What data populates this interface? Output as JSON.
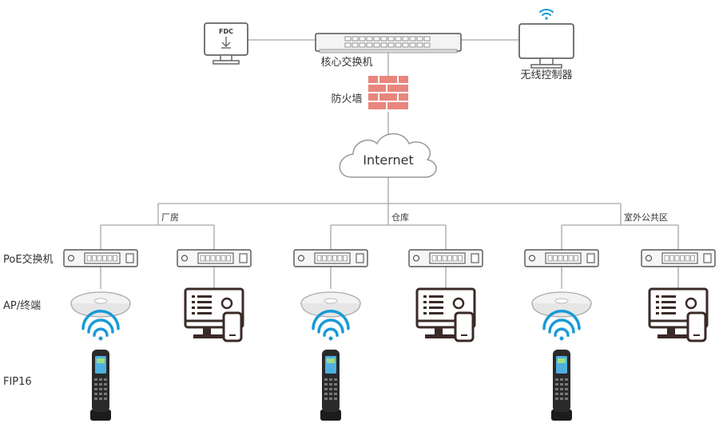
{
  "top": {
    "fdc_label": "FDC",
    "core_switch_label": "核心交换机",
    "wireless_controller_label": "无线控制器",
    "firewall_label": "防火墙",
    "internet_label": "Internet"
  },
  "zones": [
    "厂房",
    "仓库",
    "室外公共区"
  ],
  "row_labels": {
    "poe_switch": "PoE交换机",
    "ap_terminal": "AP/终端",
    "fip16": "FIP16"
  },
  "colors": {
    "line": "#a6a6a6",
    "device_outline": "#555555",
    "wifi_blue": "#1a9ad6",
    "firewall_red": "#e8867e",
    "monitor_dark": "#3a2a28"
  },
  "icons": {
    "fdc": "fdc-monitor-icon",
    "core_switch": "rack-switch-icon",
    "wireless_controller": "wifi-monitor-icon",
    "firewall": "brick-firewall-icon",
    "internet": "cloud-icon",
    "poe_switch": "poe-switch-icon",
    "ap": "ceiling-ap-icon",
    "terminal": "workstation-icon",
    "wifi": "wifi-signal-icon",
    "phone": "cordless-phone-icon"
  }
}
